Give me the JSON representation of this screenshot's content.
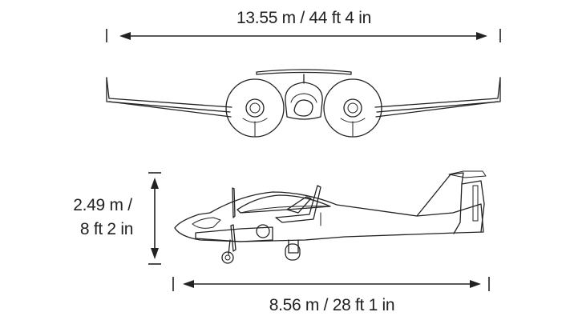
{
  "dimensions": {
    "wingspan": "13.55 m / 44 ft 4 in",
    "height_m": "2.49 m /",
    "height_ft": "8 ft 2 in",
    "length": "8.56 m / 28 ft 1 in"
  },
  "colors": {
    "line": "#222222",
    "background": "#ffffff"
  }
}
